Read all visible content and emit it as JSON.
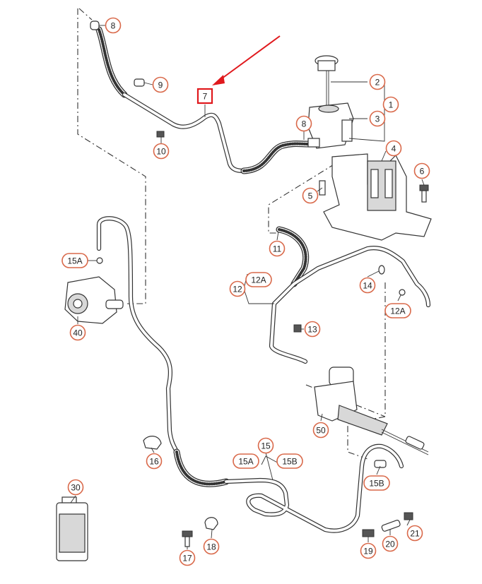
{
  "callouts": [
    {
      "id": "c8a",
      "label": "8"
    },
    {
      "id": "c9",
      "label": "9"
    },
    {
      "id": "c7",
      "label": "7",
      "highlight": true
    },
    {
      "id": "c10",
      "label": "10"
    },
    {
      "id": "c2",
      "label": "2"
    },
    {
      "id": "c1",
      "label": "1"
    },
    {
      "id": "c3",
      "label": "3"
    },
    {
      "id": "c8b",
      "label": "8"
    },
    {
      "id": "c4",
      "label": "4"
    },
    {
      "id": "c6",
      "label": "6"
    },
    {
      "id": "c5",
      "label": "5"
    },
    {
      "id": "c11",
      "label": "11"
    },
    {
      "id": "c15A",
      "label": "15A"
    },
    {
      "id": "c12A",
      "label": "12A"
    },
    {
      "id": "c12",
      "label": "12"
    },
    {
      "id": "c14",
      "label": "14"
    },
    {
      "id": "c12Ab",
      "label": "12A"
    },
    {
      "id": "c40",
      "label": "40"
    },
    {
      "id": "c13",
      "label": "13"
    },
    {
      "id": "c50",
      "label": "50"
    },
    {
      "id": "c16",
      "label": "16"
    },
    {
      "id": "c15",
      "label": "15"
    },
    {
      "id": "c15Ab",
      "label": "15A"
    },
    {
      "id": "c15B",
      "label": "15B"
    },
    {
      "id": "c15Bb",
      "label": "15B"
    },
    {
      "id": "c30",
      "label": "30"
    },
    {
      "id": "c21",
      "label": "21"
    },
    {
      "id": "c20",
      "label": "20"
    },
    {
      "id": "c19",
      "label": "19"
    },
    {
      "id": "c18",
      "label": "18"
    },
    {
      "id": "c17",
      "label": "17"
    }
  ],
  "colors": {
    "callout_border": "#d9694a",
    "highlight": "#e0191d",
    "line": "#333333"
  }
}
